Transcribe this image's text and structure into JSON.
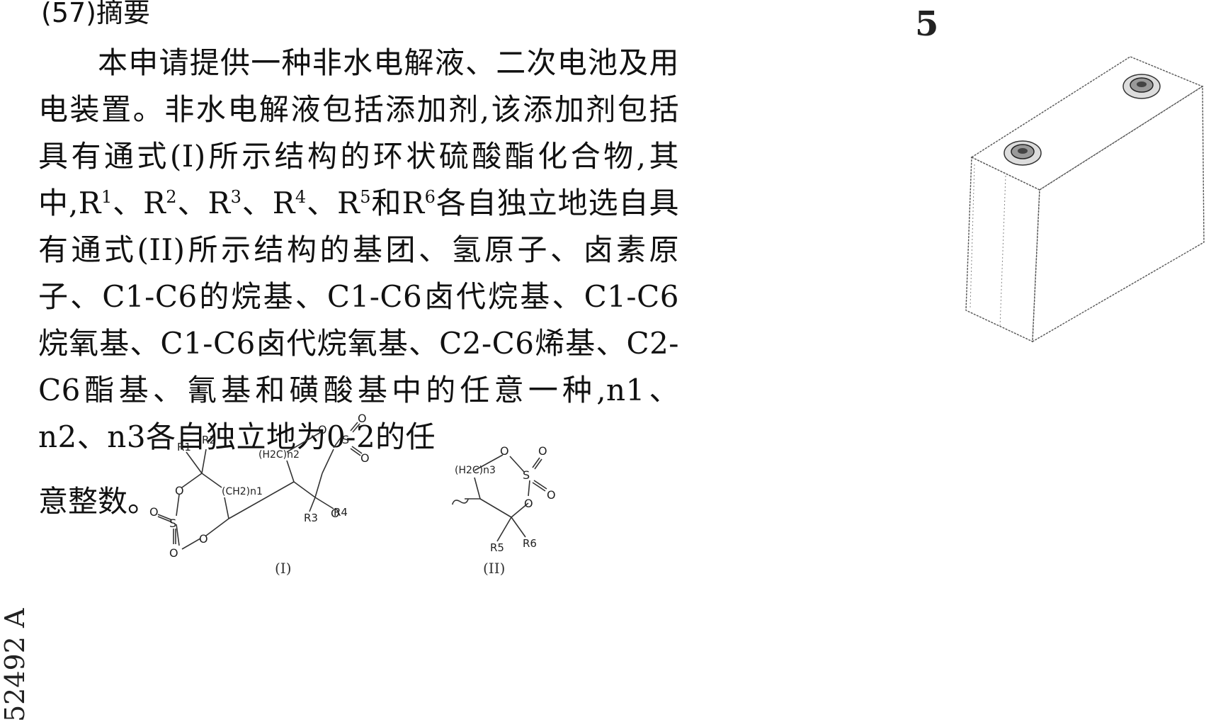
{
  "abstract": {
    "heading": "(57)摘要",
    "seg1": "本申请提供一种非水电解液、二次电池及用电装置。非水电解液包括添加剂,该添加剂包括具有通式(I)所示结构的环状硫酸酯化合物,其中,R",
    "sup1": "1",
    "sep1": "、R",
    "sup2": "2",
    "sep2": "、R",
    "sup3": "3",
    "sep3": "、R",
    "sup4": "4",
    "sep4": "、R",
    "sup5": "5",
    "sep5": "和R",
    "sup6": "6",
    "seg2": "各自独立地选自具有通式(II)所示结构的基团、氢原子、卤素原子、C1-C6的烷基、C1-C6卤代烷基、C1-C6烷氧基、C1-C6卤代烷氧基、C2-C6烯基、C2-C6酯基、氰基和磺酸基中的任意一种,n1、n2、n3各自独立地为0-2的任",
    "tail": "意整数。"
  },
  "formula_1": {
    "label": "(I)",
    "atoms": {
      "r1": "R1",
      "r2": "R2",
      "r3": "R3",
      "r4": "R4",
      "o_top_left": "O",
      "o_bottom_left": "O",
      "o_left": "O",
      "o_lower": "O",
      "s_left": "S",
      "ch2_n1": "(CH2)n1",
      "h2c_n2": "(H2C)n2",
      "o_top_right": "O",
      "o_right": "O",
      "s_right": "S",
      "o_s_top": "O",
      "o_s_right": "O"
    }
  },
  "formula_2": {
    "label": "(II)",
    "atoms": {
      "h2c_n3": "(H2C)n3",
      "o_top": "O",
      "o_right": "O",
      "s": "S",
      "o_s_top": "O",
      "o_s_right": "O",
      "r5": "R5",
      "r6": "R6"
    }
  },
  "figure": {
    "number": "5"
  },
  "side_publication_number": "52492 A"
}
